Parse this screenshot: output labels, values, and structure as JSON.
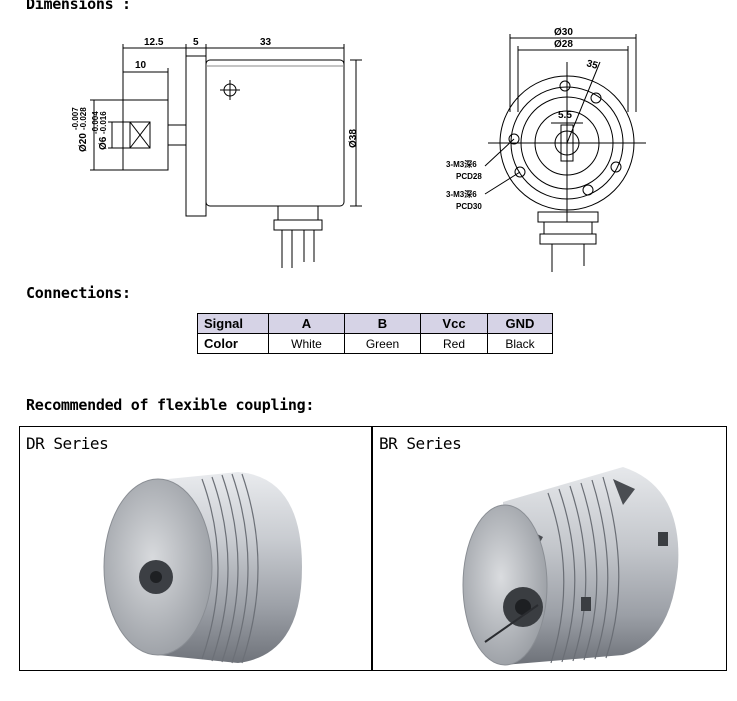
{
  "sections": {
    "dimensions_title": "Dimensions :",
    "connections_title": "Connections:",
    "coupling_title": "Recommended of flexible coupling:"
  },
  "side_view": {
    "dim_12_5": "12.5",
    "dim_5": "5",
    "dim_33": "33",
    "dim_10": "10",
    "dim_38": "Ø38",
    "dim_20": "Ø20",
    "dim_20_tol_top": "-0.007",
    "dim_20_tol_bottom": "-0.028",
    "dim_6": "Ø6",
    "dim_6_tol_top": "-0.004",
    "dim_6_tol_bottom": "-0.016"
  },
  "front_view": {
    "dim_30": "Ø30",
    "dim_28": "Ø28",
    "dim_35": "35",
    "dim_5_5": "5.5",
    "hole_28": "3-M3深6",
    "pcd_28": "PCD28",
    "hole_30": "3-M3深6",
    "pcd_30": "PCD30"
  },
  "connections": {
    "header_label": "Signal",
    "row_label": "Color",
    "signals": [
      "A",
      "B",
      "Vcc",
      "GND"
    ],
    "colors": [
      "White",
      "Green",
      "Red",
      "Black"
    ],
    "header_bg": "#d6d3e6"
  },
  "couplings": [
    {
      "label": "DR Series"
    },
    {
      "label": "BR Series"
    }
  ]
}
